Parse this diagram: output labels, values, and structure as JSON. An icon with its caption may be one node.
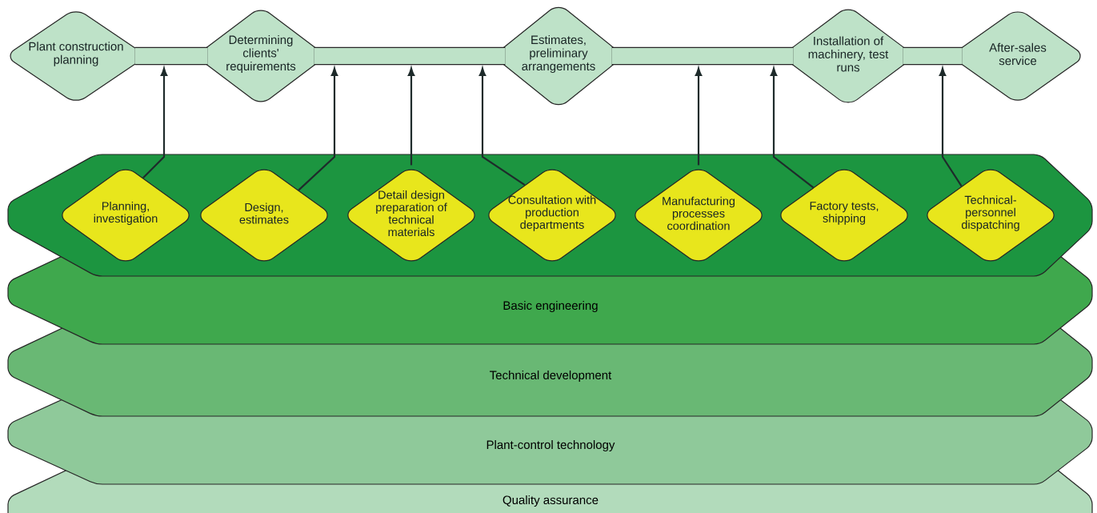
{
  "diagram": {
    "nodes": [
      {
        "text": [
          "Plant construction planning"
        ]
      },
      {
        "text": [
          "Determining clients' requirements"
        ]
      },
      {
        "text": [
          "Estimates, preliminary arrangements"
        ]
      },
      {
        "text": [
          "Installation of machinery, test runs"
        ]
      },
      {
        "text": [
          "After-sales service"
        ]
      },
      {
        "text": [],
        "shape": "hexagon"
      },
      {
        "text": [
          "Planning, investigation"
        ],
        "in": 5
      },
      {
        "text": [
          "Design, estimates"
        ],
        "in": 5
      },
      {
        "text": [
          "Detail design preparation of technical materials"
        ],
        "in": 5
      },
      {
        "text": [
          "Consultation with production departments"
        ],
        "in": 5
      },
      {
        "text": [
          "Manufacturing processes coordination"
        ],
        "in": 5
      },
      {
        "text": [
          "Factory tests, shipping"
        ],
        "in": 5
      },
      {
        "text": [
          "Technical-personnel dispatching"
        ],
        "in": 5
      },
      {
        "text": [
          "Basic engineering"
        ]
      },
      {
        "text": [
          "Technical development"
        ]
      },
      {
        "text": [
          "Plant-control technology"
        ]
      },
      {
        "text": [
          "Quality assurance"
        ]
      }
    ],
    "edges": [
      {
        "from": 0,
        "to": 1,
        "arrow": "none",
        "style": "thick"
      },
      {
        "from": 1,
        "to": 2,
        "arrow": "none",
        "style": "thick"
      },
      {
        "from": 2,
        "to": 3,
        "arrow": "none",
        "style": "thick"
      },
      {
        "from": 3,
        "to": 4,
        "arrow": "none",
        "style": "thick"
      },
      {
        "from": 6,
        "to": null,
        "arrow": "to"
      },
      {
        "from": 7,
        "to": null,
        "arrow": "to"
      },
      {
        "from": 8,
        "to": null,
        "arrow": "to"
      },
      {
        "from": 9,
        "to": null,
        "arrow": "to"
      },
      {
        "from": 10,
        "to": null,
        "arrow": "to"
      },
      {
        "from": 11,
        "to": null,
        "arrow": "to"
      },
      {
        "from": 12,
        "to": null,
        "arrow": "to"
      }
    ]
  }
}
